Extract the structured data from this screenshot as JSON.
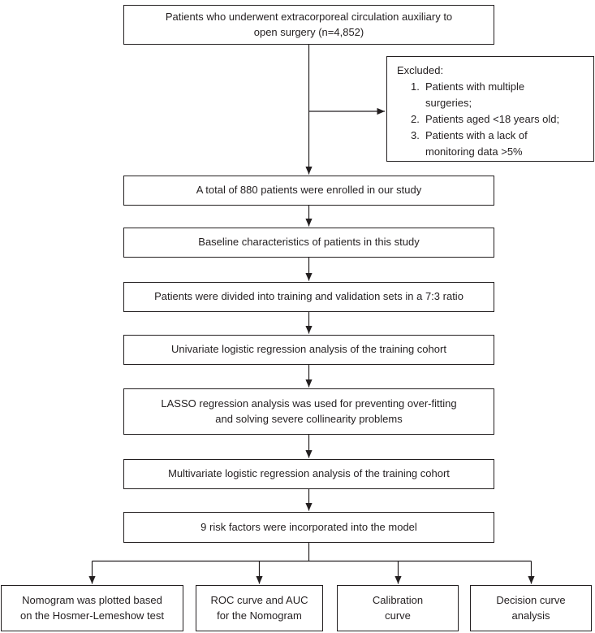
{
  "colors": {
    "ink": "#231f20",
    "background": "#ffffff"
  },
  "flow": {
    "population": "Patients who underwent extracorporeal circulation auxiliary to open surgery (n=4,852)",
    "excluded": {
      "title": "Excluded:",
      "items": [
        {
          "num": "1.",
          "text": "Patients with multiple surgeries;"
        },
        {
          "num": "2.",
          "text": "Patients aged <18 years old;"
        },
        {
          "num": "3.",
          "text": "Patients with a lack of monitoring data >5%"
        }
      ]
    },
    "enrolled": "A total of 880 patients were enrolled in our study",
    "baseline": "Baseline characteristics of patients in this study",
    "split": "Patients were divided into training and validation sets in a 7:3 ratio",
    "univariate": "Univariate logistic regression analysis of the training cohort",
    "lasso": "LASSO regression analysis was used for preventing over-fitting and solving severe collinearity problems",
    "multivariate": "Multivariate logistic regression analysis of the training cohort",
    "risk_factors": "9 risk factors were incorporated into the model",
    "outputs": [
      "Nomogram was plotted based on the Hosmer-Lemeshow test",
      "ROC curve and AUC for the Nomogram",
      "Calibration curve",
      "Decision curve analysis"
    ]
  }
}
